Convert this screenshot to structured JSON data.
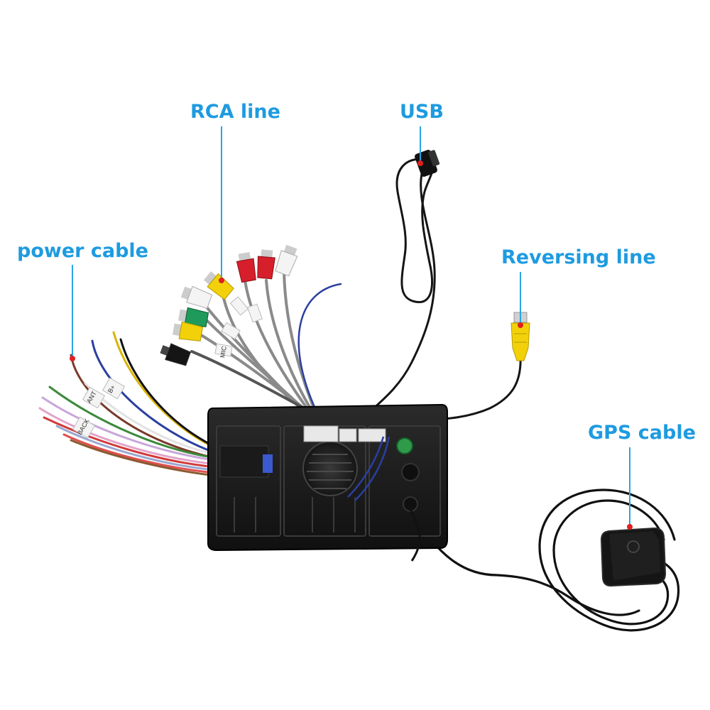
{
  "labels": {
    "rca": "RCA line",
    "usb": "USB",
    "power": "power cable",
    "reversing": "Reversing line",
    "gps": "GPS cable"
  },
  "tag_text": {
    "ant": "ANT",
    "bplus": "B+",
    "back": "BACK",
    "mic": "MIC"
  },
  "colors": {
    "label_blue": "#1e9be0",
    "callout_line": "#2aa3e4",
    "callout_dot": "#e02020",
    "unit_body": "#1a1a1a"
  }
}
